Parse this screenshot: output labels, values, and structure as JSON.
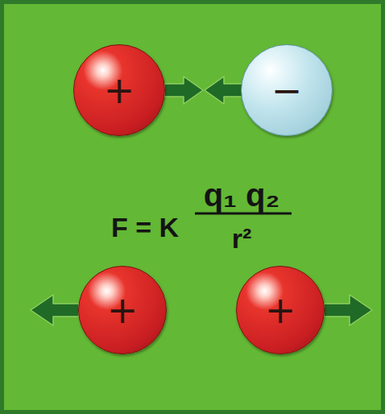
{
  "diagram": {
    "nodes": [
      {
        "text": [
          "+"
        ]
      },
      {
        "text": [
          "−"
        ]
      },
      {
        "text": [
          "+"
        ]
      },
      {
        "text": [
          "+"
        ]
      }
    ],
    "labels": [
      "q₁ q₂",
      "F = K",
      "r²"
    ]
  }
}
